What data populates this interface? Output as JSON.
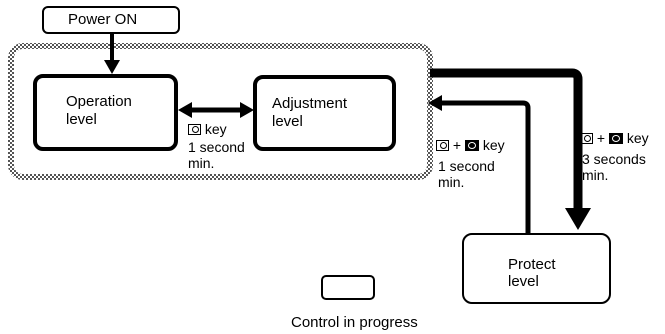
{
  "power_on": "Power ON",
  "operation_level": {
    "line1": "Operation",
    "line2": "level"
  },
  "adjustment_level": {
    "line1": "Adjustment",
    "line2": "level"
  },
  "protect_level": {
    "line1": "Protect",
    "line2": "level"
  },
  "mid_key": {
    "key": "key",
    "time1": "1 second",
    "time2": "min."
  },
  "return_key": {
    "plus": "+",
    "key": "key",
    "time1": "1 second",
    "time2": "min."
  },
  "enter_key": {
    "plus": "+",
    "key": "key",
    "time1": "3 seconds",
    "time2": "min."
  },
  "legend": {
    "label": "Control in progress"
  },
  "icons": {
    "mode_key": "level-key-icon",
    "mode_key_2": "mode-key-icon"
  }
}
